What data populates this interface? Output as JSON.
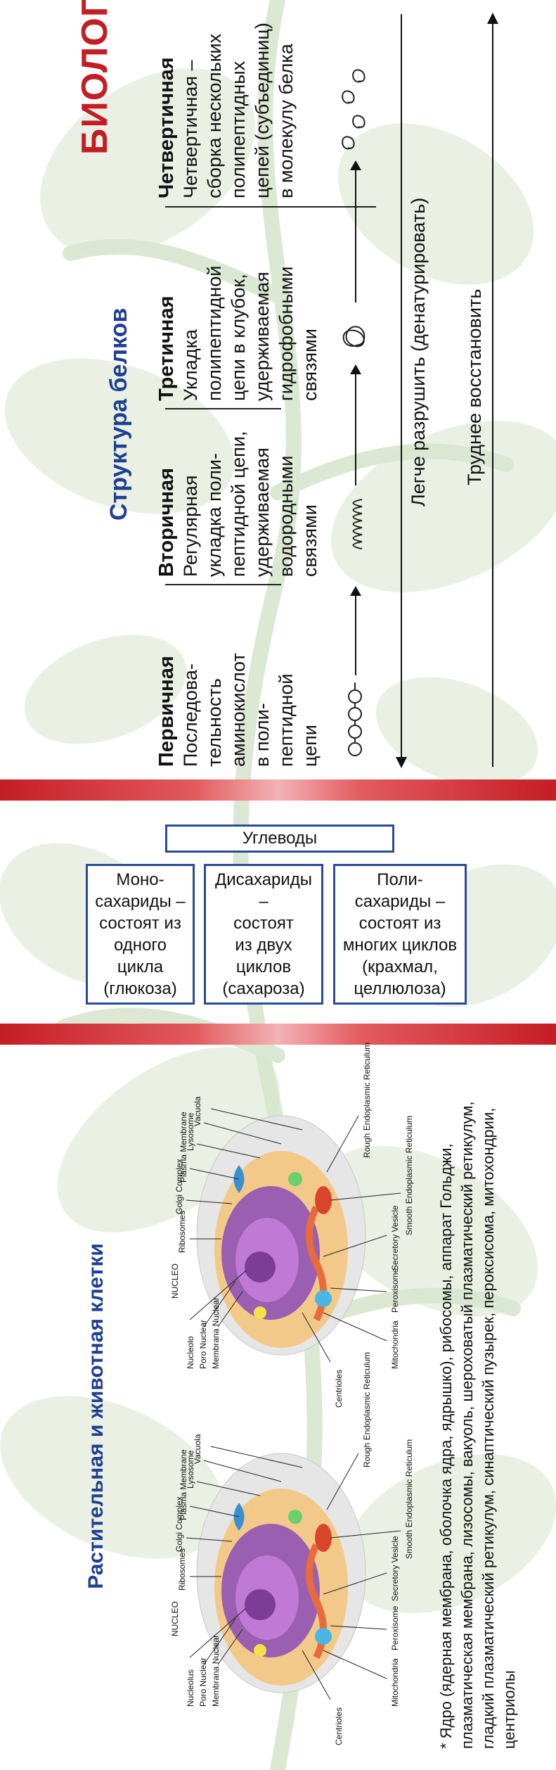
{
  "header": {
    "title": "БИОЛОГИЯ"
  },
  "proteins": {
    "title": "Структура белков",
    "levels": [
      {
        "name": "Первичная",
        "text": [
          "Последова-",
          "тельность",
          "аминокислот",
          "в поли-",
          "пептидной",
          "цепи"
        ]
      },
      {
        "name": "Вторичная",
        "text": [
          "Регулярная",
          "укладка поли-",
          "пептидной цепи,",
          "удерживаемая",
          "водородными",
          "связями"
        ]
      },
      {
        "name": "Третичная",
        "text": [
          "Укладка",
          "полипептидной",
          "цепи в клубок,",
          "удерживаемая",
          "гидрофобными",
          "связями"
        ]
      },
      {
        "name": "Четвертичная",
        "text": [
          "Четвертичная –",
          "сборка нескольких",
          "полипептидных",
          "цепей (субъединиц)",
          "в молекулу белка"
        ]
      }
    ],
    "easier_label": "Легче разрушить (денатурировать)",
    "harder_label": "Труднее восстановить"
  },
  "carbs": {
    "title": "Углеводы",
    "boxes": [
      {
        "lines": [
          "Моно-",
          "сахариды –",
          "состоят из",
          "одного",
          "цикла",
          "(глюкоза)"
        ]
      },
      {
        "lines": [
          "Дисахариды –",
          "состоят",
          "из двух",
          "циклов",
          "(сахароза)"
        ]
      },
      {
        "lines": [
          "Поли-",
          "сахариды –",
          "состоят из",
          "многих циклов",
          "(крахмал,",
          "целлюлоза)"
        ]
      }
    ]
  },
  "cells": {
    "title": "Растительная и животная клетки",
    "left_labels": {
      "membrane_nuclear": "Membrana Nuclear",
      "poro_nuclear": "Poro Nuclear",
      "nucleolus": "Nucleolus",
      "nucleo": "NUCLEO",
      "ribosomes": "Ribosomes",
      "golgi": "Golgi Complex",
      "plasma": "Plasma Membrane",
      "lysosome": "Lysosome",
      "vacuola": "Vacuola",
      "rough_er": "Rough Endoplasmic Reticulum",
      "smooth_er": "Smooth Endoplasmic Reticulum",
      "secretory": "Secretory Vesicle",
      "peroxisome": "Peroxisome",
      "mitochondria": "Mitochondria",
      "centrioles": "Centrioles"
    },
    "right_labels": {
      "membrane_nuclear": "Membrana Nuclear",
      "poro_nuclear": "Poro Nuclear",
      "nucleolus": "Nucleolo",
      "nucleo": "NUCLEO",
      "ribosomes": "Ribosomes",
      "golgi": "Golgi Complex",
      "plasma": "Plasma Membrane",
      "lysosome": "Lysosome",
      "vacuola": "Vacuola",
      "rough_er": "Rough Endoplasmic Reticulum",
      "smooth_er": "Smooth Endoplasmic Reticulum",
      "secretory": "Secretory Vesicle",
      "peroxisome": "Peroxisome",
      "mitochondria": "Mitochondria",
      "centrioles": "Centrioles"
    },
    "footnote": "* Ядро (ядерная мембрана, оболочка ядра, ядрышко), рибосомы, аппарат Гольджи, плазматическая мембрана, лизосомы, вакуоль, шероховатый плазматический ретикулум, гладкий плазматический ретикулум, синаптический пузырек, пероксисома, митохондрии, центриолы"
  }
}
